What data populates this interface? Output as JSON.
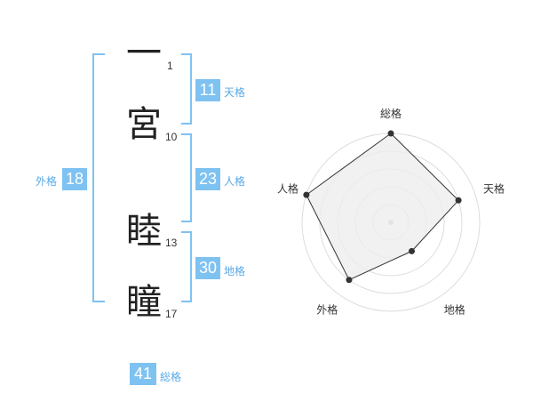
{
  "characters": [
    {
      "char": "一",
      "strokes": "1"
    },
    {
      "char": "宮",
      "strokes": "10"
    },
    {
      "char": "睦",
      "strokes": "13"
    },
    {
      "char": "瞳",
      "strokes": "17"
    }
  ],
  "fortunes": {
    "tenkaku": {
      "value": "11",
      "label": "天格"
    },
    "jinkaku": {
      "value": "23",
      "label": "人格"
    },
    "chikaku": {
      "value": "30",
      "label": "地格"
    },
    "gaikaku": {
      "value": "18",
      "label": "外格"
    },
    "soukaku": {
      "value": "41",
      "label": "総格"
    }
  },
  "radar": {
    "labels": [
      "総格",
      "天格",
      "地格",
      "外格",
      "人格"
    ],
    "levels": 5,
    "values": [
      5,
      4,
      2,
      4,
      5
    ],
    "max": 5,
    "colors": {
      "fill": "#eeeeee",
      "line": "#333333",
      "grid": "#dddddd",
      "point": "#333333",
      "center": "#bbbbbb"
    }
  }
}
